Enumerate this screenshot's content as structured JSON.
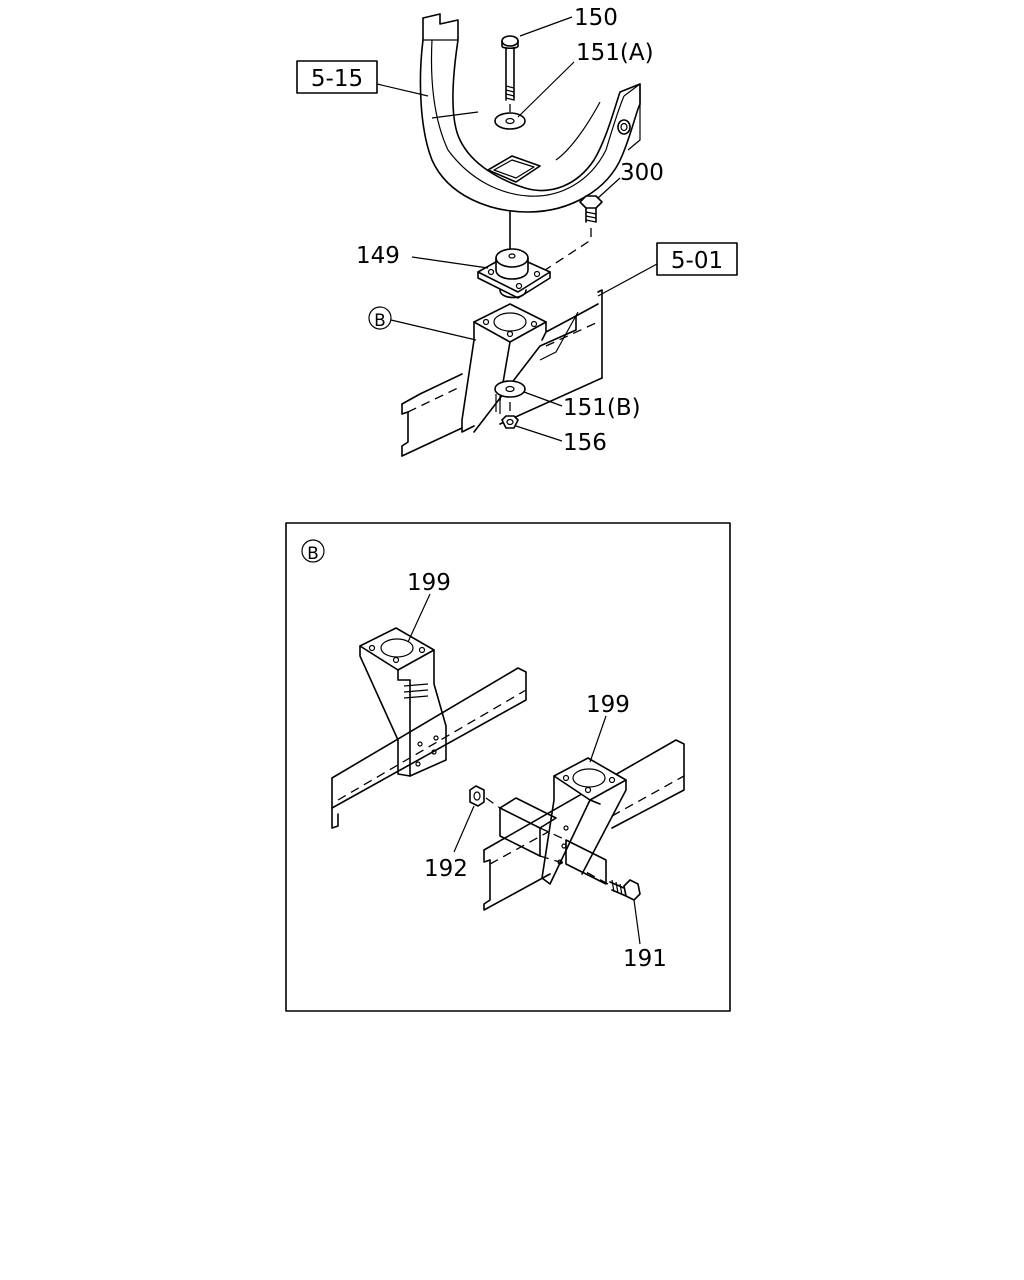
{
  "diagram": {
    "refs": {
      "ref_5_15": "5-15",
      "ref_5_01": "5-01"
    },
    "callouts": {
      "p150": "150",
      "p151a": "151(A)",
      "p300": "300",
      "p149": "149",
      "p151b": "151(B)",
      "p156": "156",
      "p199_top": "199",
      "p199_bottom": "199",
      "p192": "192",
      "p191": "191"
    },
    "detail_marker": "B",
    "inset_marker": "B"
  }
}
